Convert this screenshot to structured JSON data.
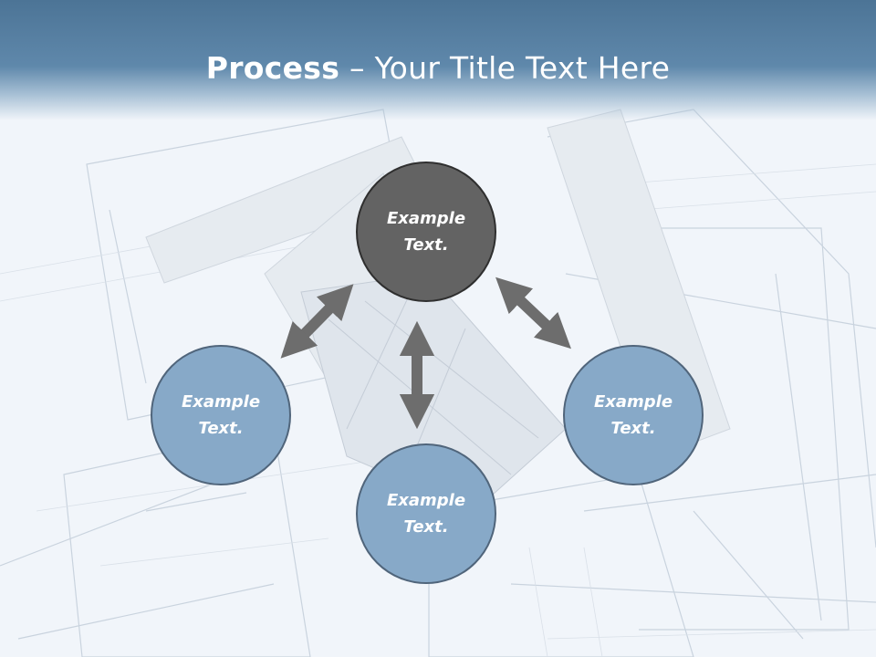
{
  "title": {
    "bold": "Process",
    "dash": " – ",
    "rest": "Your Title Text Here"
  },
  "nodes": [
    {
      "label": "Example Text."
    },
    {
      "label": "Example Text."
    },
    {
      "label": "Example Text."
    },
    {
      "label": "Example Text."
    }
  ],
  "colors": {
    "header": "#5f88ab",
    "node_dark": "#636363",
    "node_blue": "#87a9c8",
    "arrow": "#6d6d6d"
  }
}
